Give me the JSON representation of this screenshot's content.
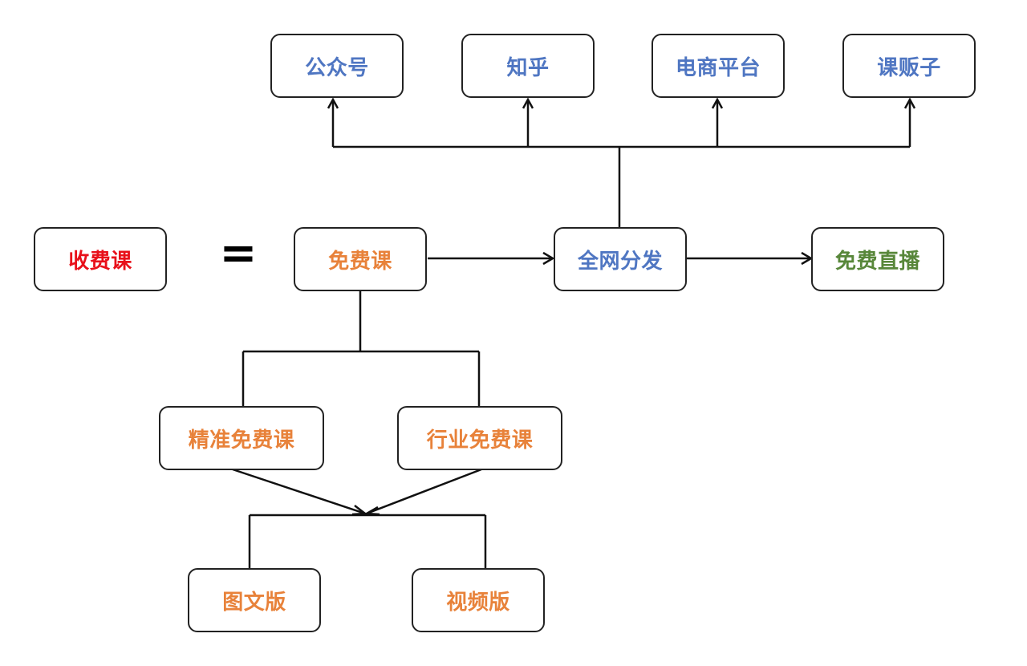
{
  "colors": {
    "red": "#e8101a",
    "orange": "#e8823a",
    "blue": "#4f76c2",
    "green": "#58873a",
    "line": "#111111",
    "border": "#222222"
  },
  "nodes": {
    "paid_course": {
      "label": "收费课",
      "color": "red"
    },
    "equals_sign": {
      "label": "="
    },
    "free_course": {
      "label": "免费课",
      "color": "orange"
    },
    "distribution": {
      "label": "全网分发",
      "color": "blue"
    },
    "free_live": {
      "label": "免费直播",
      "color": "green"
    },
    "wechat_official": {
      "label": "公众号",
      "color": "blue"
    },
    "zhihu": {
      "label": "知乎",
      "color": "blue"
    },
    "ecommerce": {
      "label": "电商平台",
      "color": "blue"
    },
    "course_reseller": {
      "label": "课贩子",
      "color": "blue"
    },
    "precise_free_course": {
      "label": "精准免费课",
      "color": "orange"
    },
    "industry_free_course": {
      "label": "行业免费课",
      "color": "orange"
    },
    "text_image_version": {
      "label": "图文版",
      "color": "orange"
    },
    "video_version": {
      "label": "视频版",
      "color": "orange"
    }
  }
}
